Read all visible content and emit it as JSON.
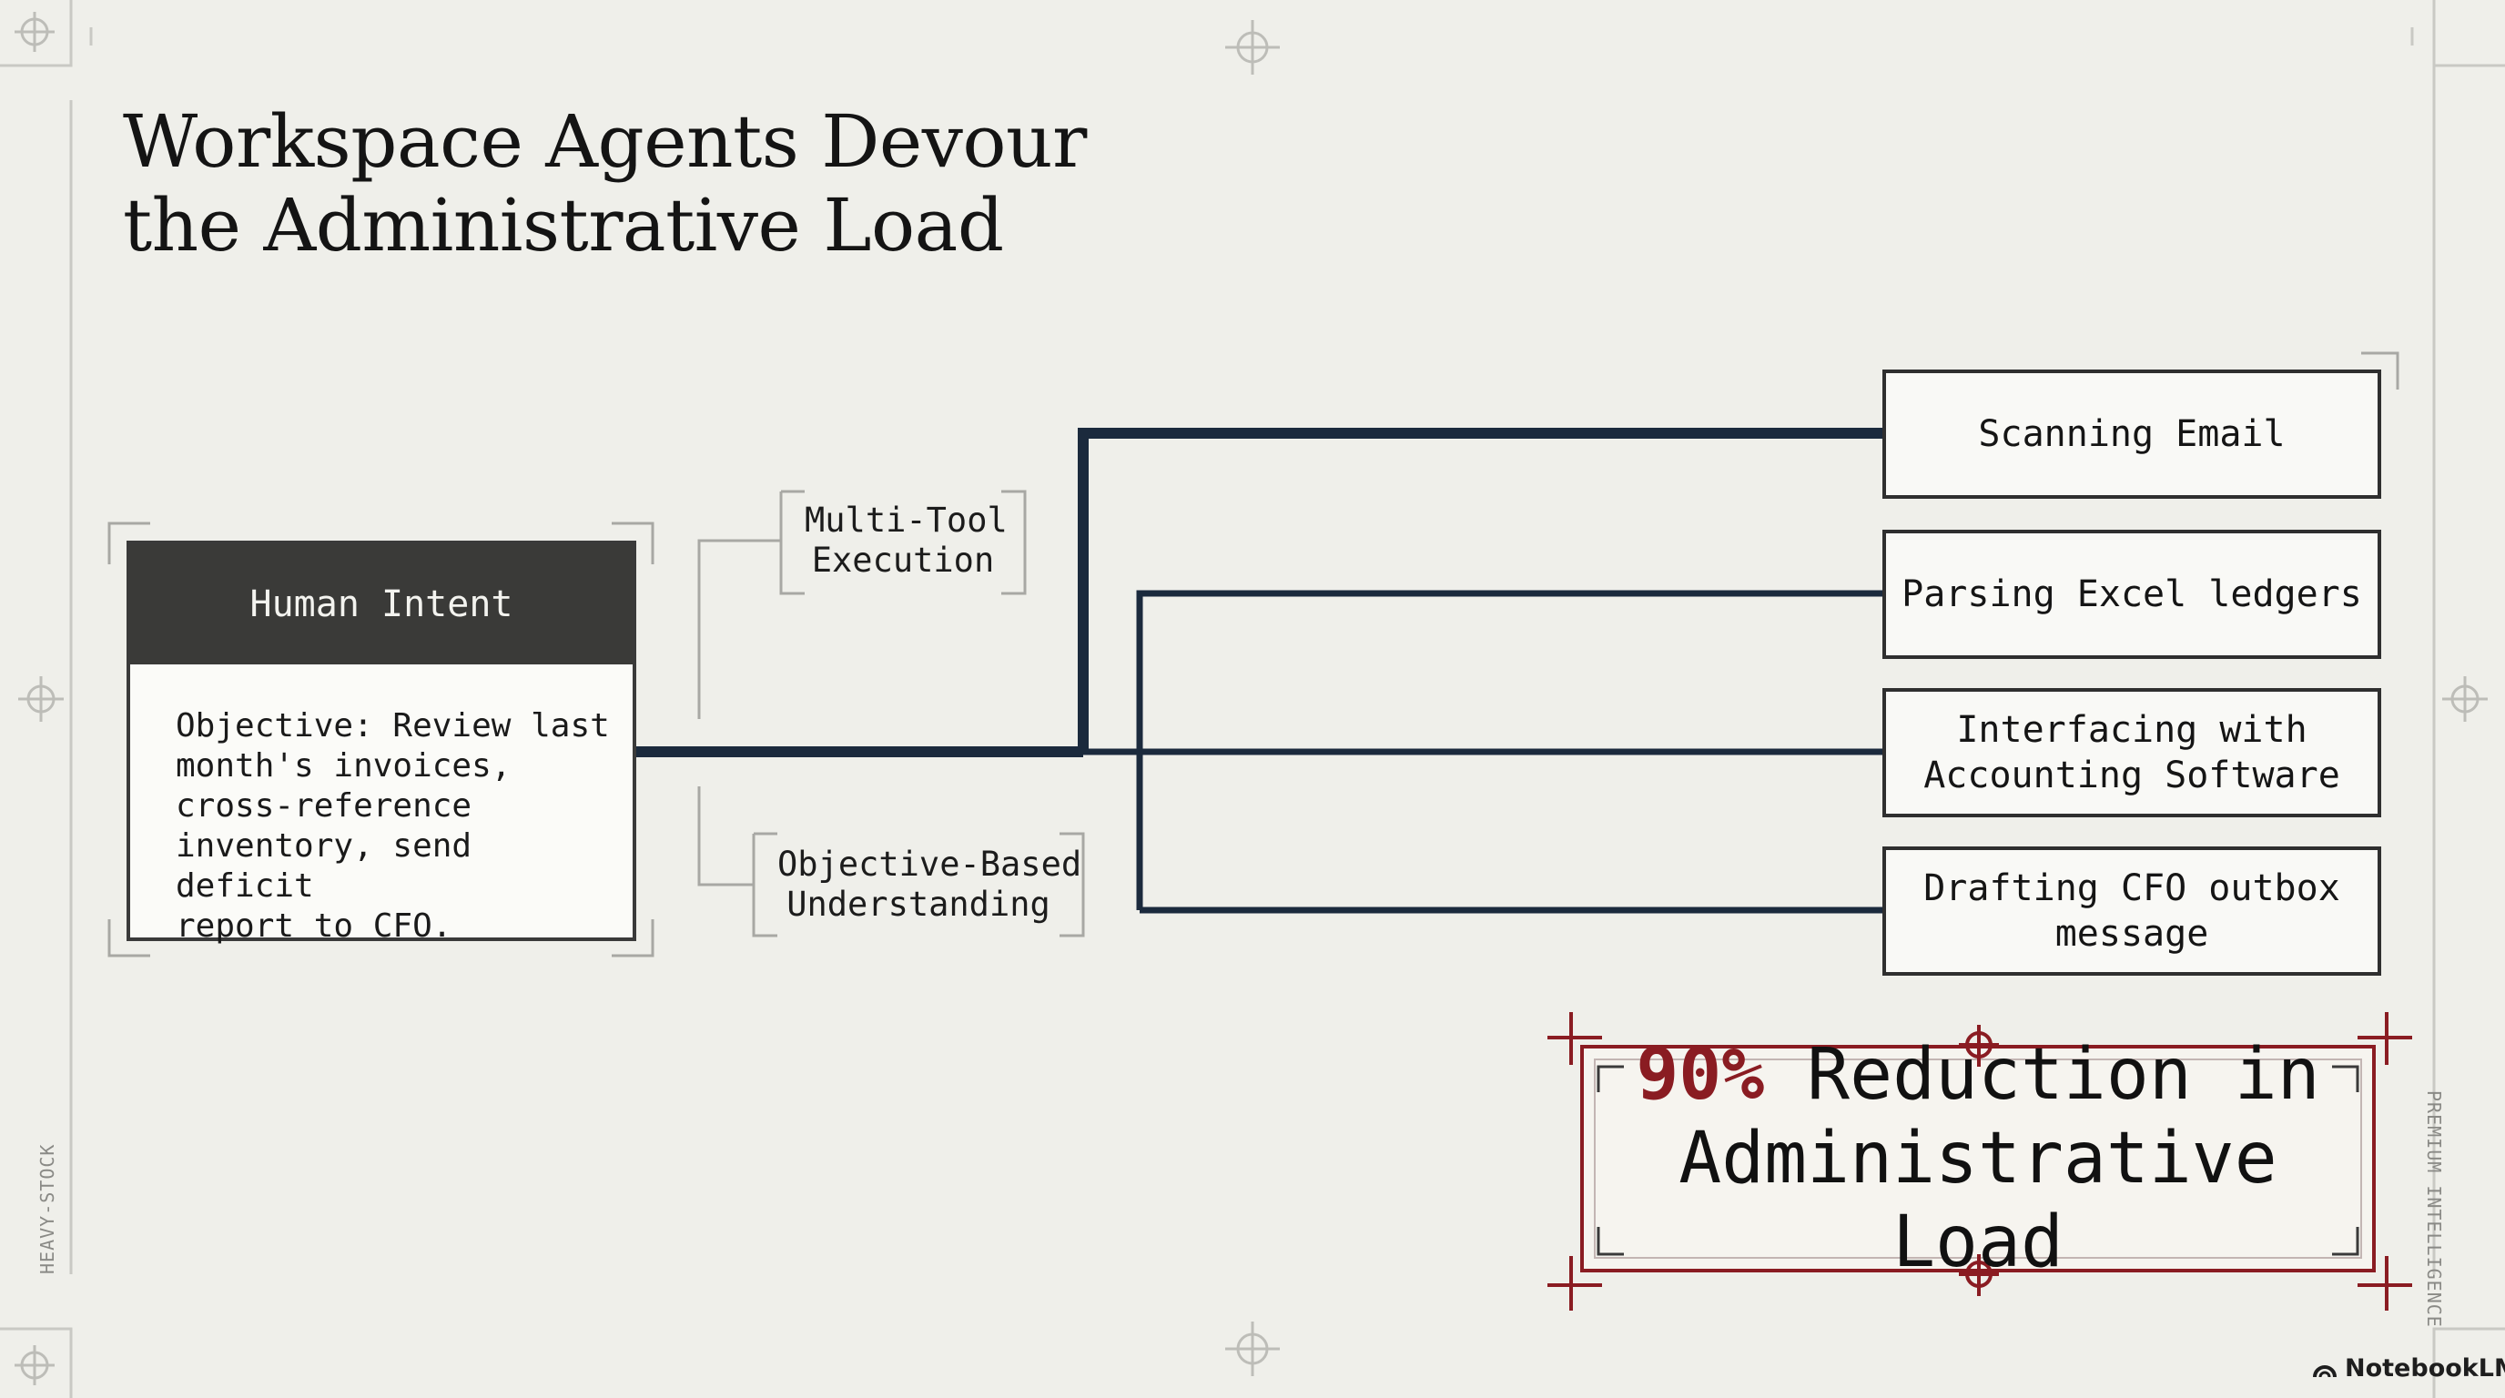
{
  "slide": {
    "title_lines": [
      "Workspace Agents Devour",
      "the Administrative Load"
    ]
  },
  "intent": {
    "header": "Human Intent",
    "objective": "Objective: Review last\nmonth's invoices,\ncross-reference\ninventory, send deficit\nreport to CFO."
  },
  "branches": {
    "multi_tool": [
      "Multi-Tool",
      "Execution"
    ],
    "objective_based": [
      "Objective-Based",
      "Understanding"
    ]
  },
  "tasks": [
    {
      "lines": [
        "Scanning Email"
      ]
    },
    {
      "lines": [
        "Parsing Excel ledgers"
      ]
    },
    {
      "lines": [
        "Interfacing with",
        "Accounting Software"
      ]
    },
    {
      "lines": [
        "Drafting CFO outbox",
        "message"
      ]
    }
  ],
  "result": {
    "percent": "90%",
    "text_line1": " Reduction in",
    "text_line2": "Administrative Load"
  },
  "margins": {
    "left_stamp": "HEAVY-STOCK",
    "right_stamp": "PREMIUM INTELLIGENCE"
  },
  "brand": {
    "name": "NotebookLM",
    "icon": "notebooklm-logo-icon"
  },
  "colors": {
    "ink": "#1b2a3d",
    "accent": "#8a1c22",
    "paper": "#efefea",
    "header": "#3a3a38"
  }
}
